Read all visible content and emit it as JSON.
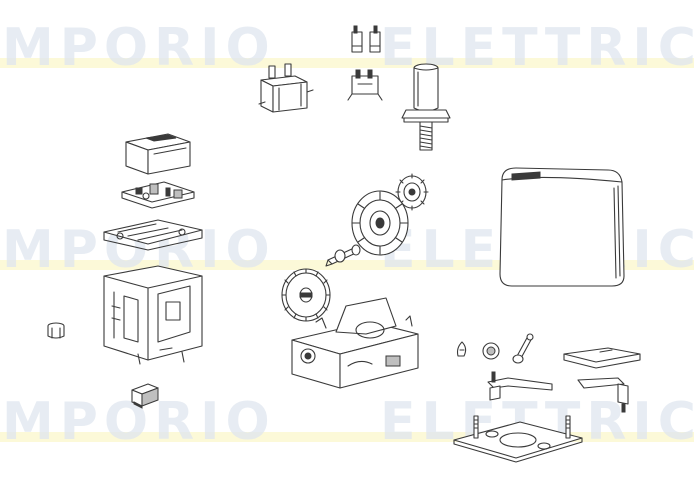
{
  "watermark": {
    "line_left": "MPORIO",
    "line_right": "ELETTRIC",
    "color": "#dfe6ef",
    "band_color": "#fbf6c8"
  },
  "parts": [
    "transformer",
    "connector-plugs",
    "limit-switch",
    "motor",
    "control-board-cover",
    "control-board",
    "board-mounting-plate",
    "frame-bracket",
    "cable-gland",
    "release-key-block",
    "worm-wheel",
    "pinion-gear",
    "shaft",
    "drive-gear",
    "gearbox-base",
    "motor-cover",
    "magnet-clip",
    "spring-bushing",
    "pin-bolt",
    "rack-cover",
    "limit-cams",
    "mounting-base-plate"
  ]
}
